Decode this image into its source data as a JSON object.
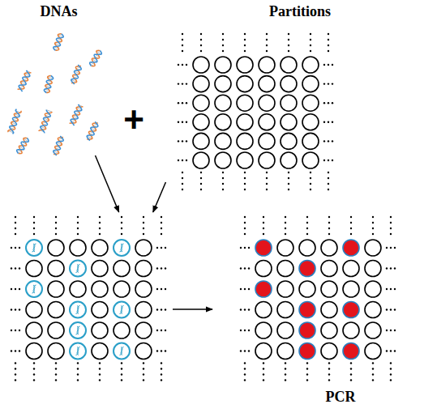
{
  "diagram": {
    "nodes": [
      {
        "text": [
          "DNAs"
        ]
      },
      {
        "text": [
          "Partitions"
        ]
      },
      {
        "text": []
      },
      {
        "text": [
          "PCR"
        ]
      }
    ],
    "edges": [
      {
        "from": 0,
        "to": 2,
        "arrow": "to"
      },
      {
        "from": 1,
        "to": 2,
        "arrow": "to"
      },
      {
        "from": 2,
        "to": 3,
        "arrow": "to"
      }
    ],
    "labels": [
      "+"
    ]
  }
}
